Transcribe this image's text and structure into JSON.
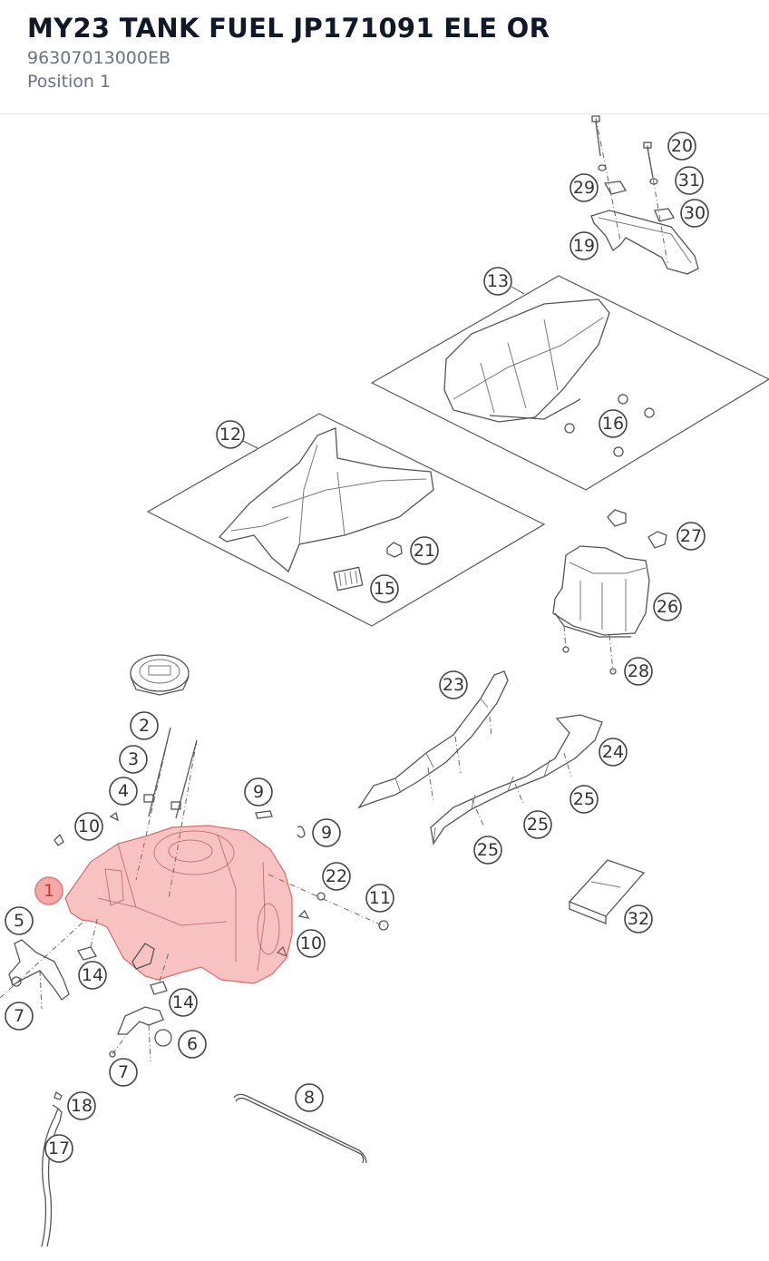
{
  "header": {
    "title": "MY23 TANK FUEL JP171091 ELE OR",
    "part_number": "96307013000EB",
    "position": "Position 1"
  },
  "diagram": {
    "selected_callout": "1",
    "callouts": {
      "c1": "1",
      "c2": "2",
      "c3": "3",
      "c4": "4",
      "c5": "5",
      "c6": "6",
      "c7a": "7",
      "c7b": "7",
      "c8": "8",
      "c9a": "9",
      "c9b": "9",
      "c10a": "10",
      "c10b": "10",
      "c11": "11",
      "c12": "12",
      "c13": "13",
      "c14a": "14",
      "c14b": "14",
      "c15": "15",
      "c16": "16",
      "c17": "17",
      "c18": "18",
      "c19": "19",
      "c20": "20",
      "c21": "21",
      "c22": "22",
      "c23": "23",
      "c24": "24",
      "c25a": "25",
      "c25b": "25",
      "c25c": "25",
      "c26": "26",
      "c27": "27",
      "c28": "28",
      "c29": "29",
      "c30": "30",
      "c31": "31",
      "c32": "32"
    },
    "colors": {
      "highlight": "#ec5f5f",
      "line": "#555555"
    }
  }
}
